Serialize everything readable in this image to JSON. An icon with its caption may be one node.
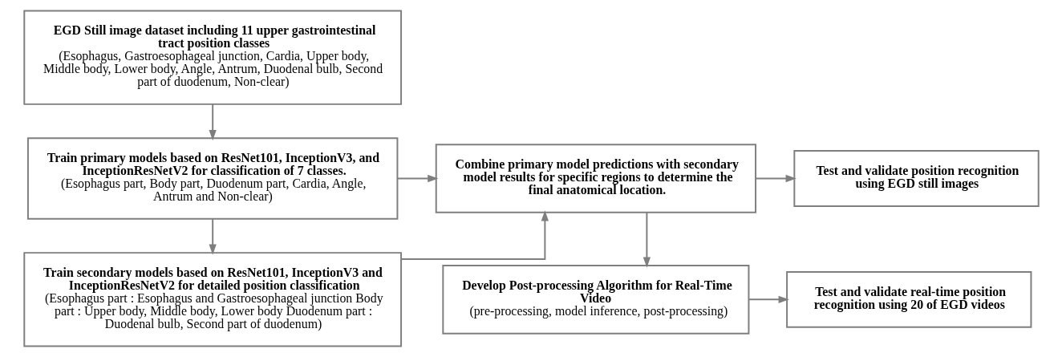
{
  "diagram": {
    "nodes": [
      {
        "text": [
          "EGD Still image dataset including 11 upper gastrointestinal tract position classes",
          "(Esophagus, Gastroesophageal junction, Cardia, Upper body, Middle body, Lower body, Angle, Antrum, Duodenal bulb, Second part of duodenum, Non-clear)"
        ]
      },
      {
        "text": [
          "Train primary models based on ResNet101, InceptionV3, and InceptionResNetV2 for classification of 7 classes.",
          "(Esophagus part, Body part, Duodenum part, Cardia, Angle, Antrum and Non-clear)"
        ]
      },
      {
        "text": [
          "Train secondary models based on ResNet101, InceptionV3 and InceptionResNetV2 for detailed position classification",
          "(Esophagus part : Esophagus and Gastroesophageal junction Body part : Upper body, Middle body, Lower body Duodenum part : Duodenal bulb, Second part of duodenum)"
        ]
      },
      {
        "text": [
          "Combine primary model predictions with secondary model results for specific regions to determine the final anatomical location."
        ]
      },
      {
        "text": [
          "Test and validate position recognition using EGD still images"
        ]
      },
      {
        "text": [
          "Develop Post-processing Algorithm for Real-Time Video",
          "(pre-processing, model inference, post-processing)"
        ]
      },
      {
        "text": [
          "Test and validate real-time position recognition using 20 of EGD videos"
        ]
      }
    ],
    "edges": [
      {
        "from": 0,
        "to": 1,
        "arrow": "to"
      },
      {
        "from": 1,
        "to": 2,
        "arrow": "to"
      },
      {
        "from": 1,
        "to": 3,
        "arrow": "to"
      },
      {
        "from": 2,
        "to": 3,
        "arrow": "to"
      },
      {
        "from": 3,
        "to": 4,
        "arrow": "to"
      },
      {
        "from": 3,
        "to": 5,
        "arrow": "to"
      },
      {
        "from": 5,
        "to": 6,
        "arrow": "to"
      }
    ]
  }
}
